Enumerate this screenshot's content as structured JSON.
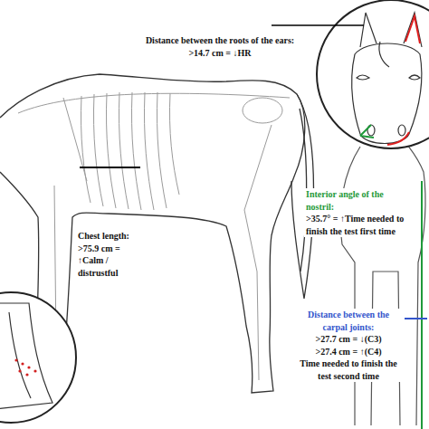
{
  "diagram": {
    "labels": [
      "Distance between the roots of the ears:",
      ">14.7 cm = ↓HR",
      "Chest length:",
      ">75.9 cm = ↑Calm / distrustful",
      "Interior angle of the nostril:",
      ">35.7° = ↑Time needed to finish the test first time",
      "Distance between the carpal joints:",
      ">27.7 cm = ↓(C3)",
      ">27.4 cm = ↑(C4)",
      "Time needed to finish the test second time"
    ]
  }
}
